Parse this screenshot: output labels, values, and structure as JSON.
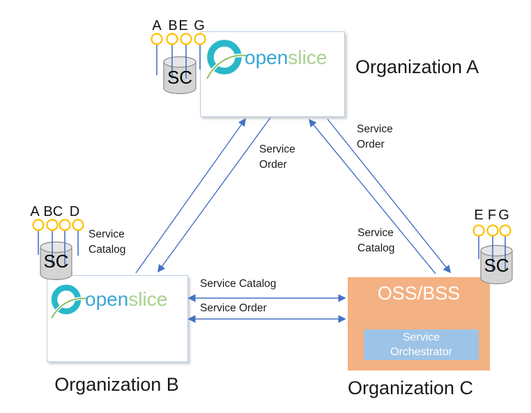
{
  "org_a": {
    "title": "Organization A",
    "sc": "SC",
    "logo_open": "open",
    "logo_slice": "slice",
    "interfaces": [
      "A",
      "B",
      "E",
      "G"
    ]
  },
  "org_b": {
    "title": "Organization B",
    "sc": "SC",
    "logo_open": "open",
    "logo_slice": "slice",
    "interfaces": [
      "A",
      "B",
      "C",
      "D"
    ],
    "catalog_note_line1": "Service",
    "catalog_note_line2": "Catalog"
  },
  "org_c": {
    "title": "Organization C",
    "oss_bss": "OSS/BSS",
    "orchestrator_line1": "Service",
    "orchestrator_line2": "Orchestrator",
    "sc": "SC",
    "interfaces": [
      "E",
      "F",
      "G"
    ]
  },
  "edges": {
    "ab_order_line1": "Service",
    "ab_order_line2": "Order",
    "ac_order_line1": "Service",
    "ac_order_line2": "Order",
    "ac_catalog_line1": "Service",
    "ac_catalog_line2": "Catalog",
    "bc_catalog": "Service Catalog",
    "bc_order": "Service Order"
  },
  "colors": {
    "arrow_blue": "#4472C4",
    "logo_ring_teal": "#29B8CA",
    "logo_open_blue": "#3BA6D5",
    "logo_slice_green": "#A9D18E",
    "logo_swoosh_green": "#8FBE5F",
    "oss_box_orange": "#F4B183",
    "orchestrator_blue": "#9DC3E6",
    "interface_yellow": "#FFC000",
    "cylinder_gray": "#D4D4D4",
    "box_border": "#B9CDE2"
  }
}
